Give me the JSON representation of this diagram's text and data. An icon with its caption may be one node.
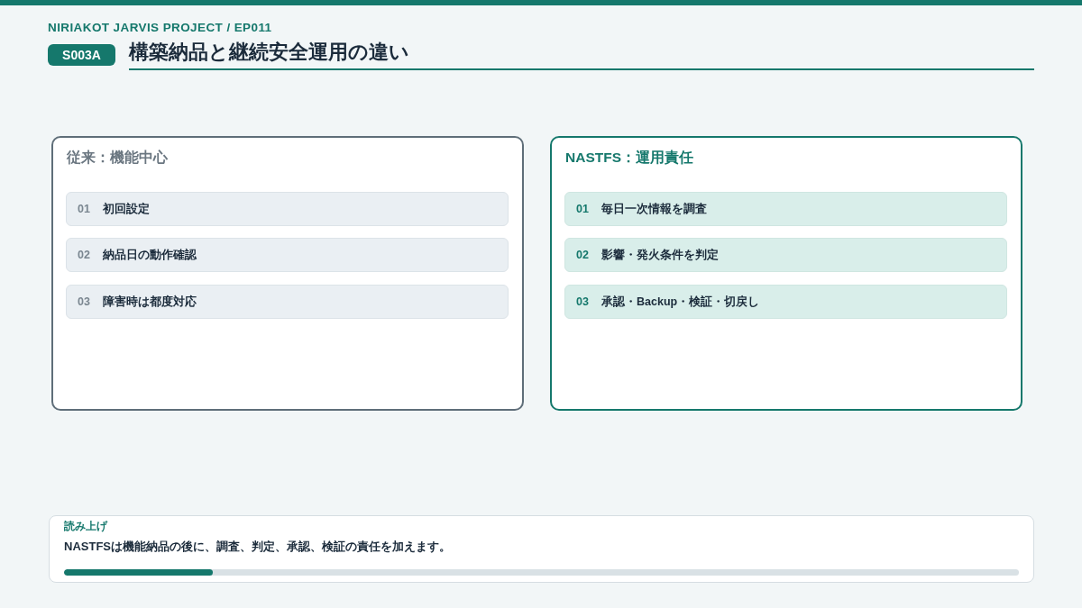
{
  "diagram": {
    "title": "構築納品と継続安全運用の違い",
    "nodes": [
      {
        "text": [
          "S003A"
        ]
      },
      {
        "text": [
          "従来：機能中心"
        ]
      },
      {
        "text": [
          "01",
          "初回設定"
        ],
        "in": 1
      },
      {
        "text": [
          "02",
          "納品日の動作確認"
        ],
        "in": 1
      },
      {
        "text": [
          "03",
          "障害時は都度対応"
        ],
        "in": 1
      },
      {
        "text": [
          "NASTFS：運用責任"
        ]
      },
      {
        "text": [
          "01",
          "毎日一次情報を調査"
        ],
        "in": 5
      },
      {
        "text": [
          "02",
          "影響・発火条件を判定"
        ],
        "in": 5
      },
      {
        "text": [
          "03",
          "承認・Backup・検証・切戻し"
        ],
        "in": 5
      },
      {
        "text": [
          "読み上げ",
          "NASTFSは機能納品の後に、調査、判定、承認、検証の責任を加えます。"
        ]
      }
    ],
    "labels": [
      "NIRIAKOT JARVIS PROJECT / EP011"
    ]
  }
}
